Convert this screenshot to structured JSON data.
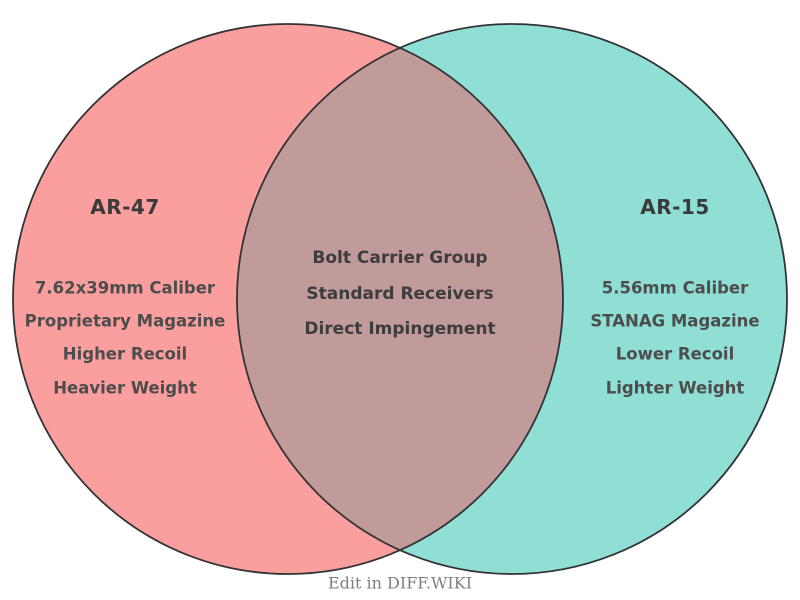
{
  "diagram": {
    "type": "venn2",
    "left": {
      "title": "AR-47",
      "items": [
        "7.62x39mm Caliber",
        "Proprietary Magazine",
        "Higher Recoil",
        "Heavier Weight"
      ],
      "fill_color": "#FB9E9E"
    },
    "right": {
      "title": "AR-15",
      "items": [
        "5.56mm Caliber",
        "STANAG Magazine",
        "Lower Recoil",
        "Lighter Weight"
      ],
      "fill_color": "#8FDFD5"
    },
    "intersection": {
      "items": [
        "Bolt Carrier Group",
        "Standard Receivers",
        "Direct Impingement"
      ],
      "fill_color": "#C19A9A"
    },
    "outline_color": "#333333",
    "title_text_color": "#3a3a3a",
    "item_text_color": "#4d4d4d",
    "intersection_text_color": "#3d3d3d"
  },
  "footer": {
    "label": "Edit in DIFF.WIKI",
    "text_color": "#7f7f7f"
  }
}
